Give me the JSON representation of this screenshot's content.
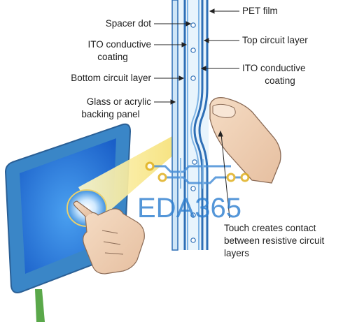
{
  "labels": {
    "spacer_dot": "Spacer dot",
    "ito_left_line1": "ITO conductive",
    "ito_left_line2": "coating",
    "bottom_circuit": "Bottom circuit layer",
    "glass_line1": "Glass or acrylic",
    "glass_line2": "backing panel",
    "pet_film": "PET film",
    "top_circuit": "Top circuit layer",
    "ito_right_line1": "ITO conductive",
    "ito_right_line2": "coating"
  },
  "note": {
    "line1": "Touch creates contact",
    "line2": "between resistive circuit",
    "line3": "layers"
  },
  "watermark": {
    "text": "EDA365"
  },
  "colors": {
    "layer_blue": "#2e6fb6",
    "layer_light": "#cfe6f7",
    "monitor_frame": "#3a86c7",
    "screen": "#1d6fd8",
    "beam": "#f6e27a",
    "watermark": "#2f7fd0",
    "circuit_trace": "#e0b020"
  }
}
